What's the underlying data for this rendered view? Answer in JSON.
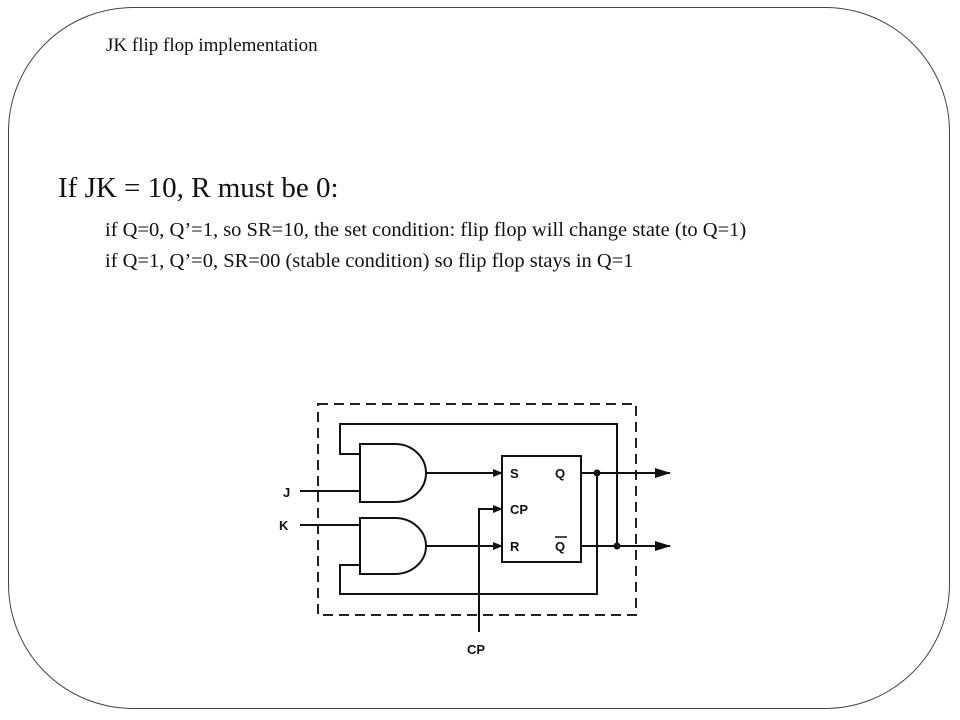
{
  "slide": {
    "title": "JK flip flop implementation",
    "heading": "If JK = 10, R must be 0:",
    "bullets": [
      "if Q=0, Q’=1, so SR=10, the set condition: flip flop will change state (to Q=1)",
      "if Q=1, Q’=0, SR=00 (stable condition) so flip flop stays in Q=1"
    ]
  },
  "diagram": {
    "inputs": {
      "j": "J",
      "k": "K",
      "cp_input": "CP"
    },
    "flipflop_pins": {
      "s": "S",
      "cp": "CP",
      "r": "R",
      "q": "Q",
      "qbar": "Q"
    }
  }
}
